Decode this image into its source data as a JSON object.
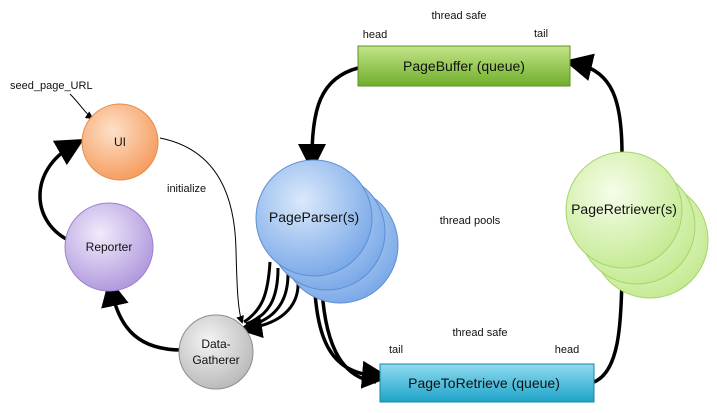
{
  "labels": {
    "thread_safe_top": "thread safe",
    "head_top": "head",
    "tail_top": "tail",
    "seed": "seed_page_URL",
    "initialize": "initialize",
    "thread_pools": "thread pools",
    "thread_safe_bottom": "thread safe",
    "tail_bottom": "tail",
    "head_bottom": "head"
  },
  "nodes": {
    "page_buffer": "PageBuffer (queue)",
    "page_to_retrieve": "PageToRetrieve  (queue)",
    "ui": "UI",
    "reporter": "Reporter",
    "data_gatherer_1": "Data-",
    "data_gatherer_2": "Gatherer",
    "page_parser": "PageParser(s)",
    "page_retriever": "PageRetriever(s)"
  },
  "colors": {
    "page_buffer": "#8cc63f",
    "page_to_retrieve": "#35b7d6",
    "ui": "#f7a56c",
    "reporter": "#b9a3e0",
    "data_gatherer": "#c8c8c8",
    "page_parser": "#7faee8",
    "page_retriever": "#cdeea0"
  }
}
